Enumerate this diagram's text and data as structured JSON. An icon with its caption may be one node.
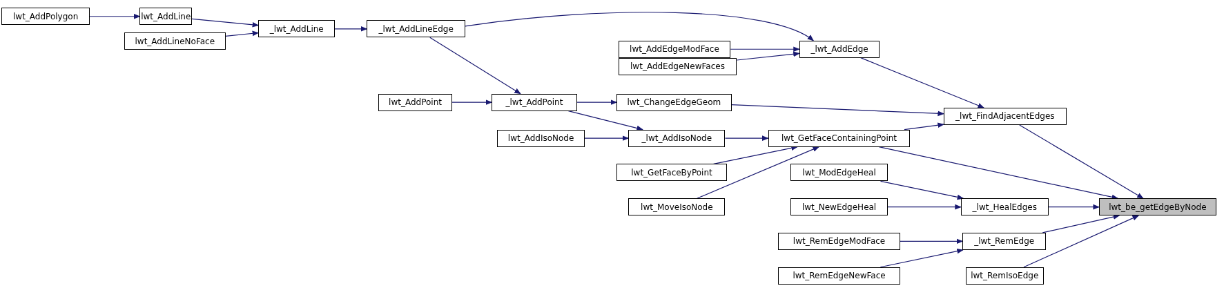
{
  "diagram": {
    "nodes": [
      {
        "text": [
          "lwt_AddPolygon"
        ]
      },
      {
        "text": [
          "lwt_AddLine"
        ]
      },
      {
        "text": [
          "lwt_AddLineNoFace"
        ]
      },
      {
        "text": [
          "_lwt_AddLine"
        ]
      },
      {
        "text": [
          "_lwt_AddLineEdge"
        ]
      },
      {
        "text": [
          "lwt_AddEdgeModFace"
        ]
      },
      {
        "text": [
          "lwt_AddEdgeNewFaces"
        ]
      },
      {
        "text": [
          "_lwt_AddEdge"
        ]
      },
      {
        "text": [
          "lwt_AddPoint"
        ]
      },
      {
        "text": [
          "_lwt_AddPoint"
        ]
      },
      {
        "text": [
          "lwt_ChangeEdgeGeom"
        ]
      },
      {
        "text": [
          "_lwt_FindAdjacentEdges"
        ]
      },
      {
        "text": [
          "lwt_AddIsoNode"
        ]
      },
      {
        "text": [
          "_lwt_AddIsoNode"
        ]
      },
      {
        "text": [
          "lwt_GetFaceContainingPoint"
        ]
      },
      {
        "text": [
          "lwt_GetFaceByPoint"
        ]
      },
      {
        "text": [
          "lwt_MoveIsoNode"
        ]
      },
      {
        "text": [
          "lwt_ModEdgeHeal"
        ]
      },
      {
        "text": [
          "lwt_NewEdgeHeal"
        ]
      },
      {
        "text": [
          "_lwt_HealEdges"
        ]
      },
      {
        "text": [
          "lwt_be_getEdgeByNode"
        ]
      },
      {
        "text": [
          "lwt_RemEdgeModFace"
        ]
      },
      {
        "text": [
          "lwt_RemEdgeNewFace"
        ]
      },
      {
        "text": [
          "_lwt_RemEdge"
        ]
      },
      {
        "text": [
          "lwt_RemIsoEdge"
        ]
      }
    ],
    "edges": [
      {
        "from": 0,
        "to": 1,
        "arrow": "to"
      },
      {
        "from": 1,
        "to": 3,
        "arrow": "to"
      },
      {
        "from": 2,
        "to": 3,
        "arrow": "to"
      },
      {
        "from": 3,
        "to": 4,
        "arrow": "to"
      },
      {
        "from": 4,
        "to": 7,
        "arrow": "to"
      },
      {
        "from": 5,
        "to": 7,
        "arrow": "to"
      },
      {
        "from": 6,
        "to": 7,
        "arrow": "to"
      },
      {
        "from": 7,
        "to": 11,
        "arrow": "to"
      },
      {
        "from": 8,
        "to": 9,
        "arrow": "to"
      },
      {
        "from": 4,
        "to": 9,
        "arrow": "to"
      },
      {
        "from": 9,
        "to": 10,
        "arrow": "to"
      },
      {
        "from": 10,
        "to": 11,
        "arrow": "to"
      },
      {
        "from": 9,
        "to": 13,
        "arrow": "to"
      },
      {
        "from": 12,
        "to": 13,
        "arrow": "to"
      },
      {
        "from": 13,
        "to": 14,
        "arrow": "to"
      },
      {
        "from": 14,
        "to": 11,
        "arrow": "to"
      },
      {
        "from": 15,
        "to": 14,
        "arrow": "to"
      },
      {
        "from": 16,
        "to": 14,
        "arrow": "to"
      },
      {
        "from": 11,
        "to": 20,
        "arrow": "to"
      },
      {
        "from": 14,
        "to": 20,
        "arrow": "to"
      },
      {
        "from": 17,
        "to": 19,
        "arrow": "to"
      },
      {
        "from": 18,
        "to": 19,
        "arrow": "to"
      },
      {
        "from": 19,
        "to": 20,
        "arrow": "to"
      },
      {
        "from": 21,
        "to": 23,
        "arrow": "to"
      },
      {
        "from": 22,
        "to": 23,
        "arrow": "to"
      },
      {
        "from": 23,
        "to": 20,
        "arrow": "to"
      },
      {
        "from": 24,
        "to": 20,
        "arrow": "to"
      }
    ]
  }
}
